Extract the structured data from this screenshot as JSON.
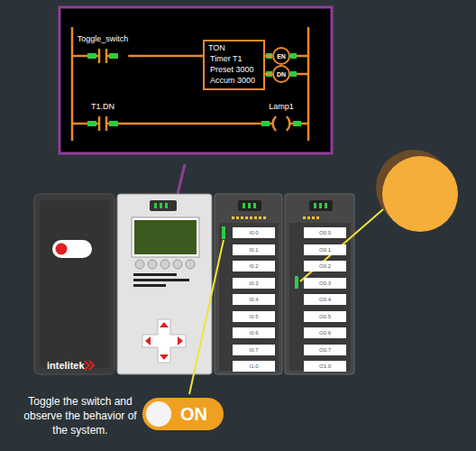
{
  "diagram": {
    "nodes": [
      {
        "text": [
          "Toggle_switch"
        ]
      },
      {
        "text": [
          "TON",
          "Timer T1",
          "Preset 3000",
          "Accum 3000"
        ]
      },
      {
        "text": [
          "EN"
        ]
      },
      {
        "text": [
          "DN"
        ]
      },
      {
        "text": [
          "T1.DN"
        ]
      },
      {
        "text": [
          "Lamp1"
        ]
      },
      {
        "text": [
          "I0.0"
        ]
      },
      {
        "text": [
          "I0.1"
        ]
      },
      {
        "text": [
          "I0.2"
        ]
      },
      {
        "text": [
          "I0.3"
        ]
      },
      {
        "text": [
          "I0.4"
        ]
      },
      {
        "text": [
          "I0.5"
        ]
      },
      {
        "text": [
          "I0.6"
        ]
      },
      {
        "text": [
          "I0.7"
        ]
      },
      {
        "text": [
          "I1.0"
        ]
      },
      {
        "text": [
          "O0.0"
        ]
      },
      {
        "text": [
          "O0.1"
        ]
      },
      {
        "text": [
          "O0.2"
        ]
      },
      {
        "text": [
          "O0.3"
        ]
      },
      {
        "text": [
          "O0.4"
        ]
      },
      {
        "text": [
          "O0.5"
        ]
      },
      {
        "text": [
          "O0.6"
        ]
      },
      {
        "text": [
          "O0.7"
        ]
      },
      {
        "text": [
          "O1.0"
        ]
      },
      {
        "text": [
          "ON"
        ]
      }
    ],
    "edges": [
      {
        "from": 0,
        "to": 1,
        "arrow": "none"
      },
      {
        "from": 1,
        "to": 2,
        "arrow": "none"
      },
      {
        "from": 1,
        "to": 3,
        "arrow": "none"
      },
      {
        "from": 4,
        "to": 5,
        "arrow": "none"
      }
    ],
    "labels": [
      "intelitek",
      "Toggle the switch and observe the behavior of the system."
    ]
  }
}
